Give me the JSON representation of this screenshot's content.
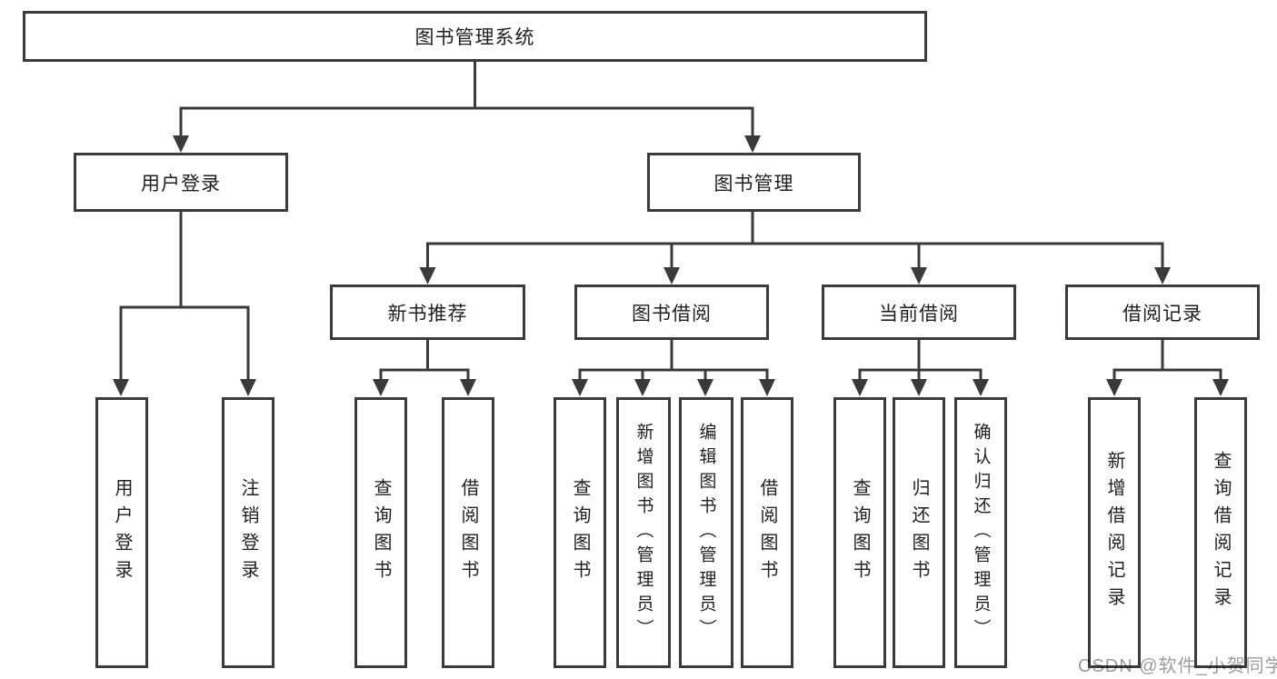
{
  "diagram_title": "图书管理系统",
  "colors": {
    "line": "#3a3a3a",
    "box_border": "#3a3a3a",
    "box_background": "#ffffff",
    "text": "#1f1f1f",
    "watermark": "#9c9c9c"
  },
  "nodes": {
    "root": "图书管理系统",
    "user_login": "用户登录",
    "book_management": "图书管理",
    "new_book_recommendation": "新书推荐",
    "book_borrowing": "图书借阅",
    "current_borrowing": "当前借阅",
    "borrowing_records": "借阅记录",
    "ul_user_login": "用户登录",
    "ul_logout": "注销登录",
    "nb_query_book": "查询图书",
    "nb_borrow_book": "借阅图书",
    "bb_query_book": "查询图书",
    "bb_add_book": "新增图书（管理员）",
    "bb_edit_book": "编辑图书（管理员）",
    "bb_borrow_book": "借阅图书",
    "cb_query_book": "查询图书",
    "cb_return_book": "归还图书",
    "cb_confirm_return": "确认归还（管理员）",
    "br_add_record": "新增借阅记录",
    "br_query_record": "查询借阅记录"
  },
  "hierarchy": {
    "图书管理系统": {
      "用户登录": [
        "用户登录",
        "注销登录"
      ],
      "图书管理": {
        "新书推荐": [
          "查询图书",
          "借阅图书"
        ],
        "图书借阅": [
          "查询图书",
          "新增图书（管理员）",
          "编辑图书（管理员）",
          "借阅图书"
        ],
        "当前借阅": [
          "查询图书",
          "归还图书",
          "确认归还（管理员）"
        ],
        "借阅记录": [
          "新增借阅记录",
          "查询借阅记录"
        ]
      }
    }
  },
  "watermark": {
    "text": "CSDN @软件_小贺同学"
  }
}
